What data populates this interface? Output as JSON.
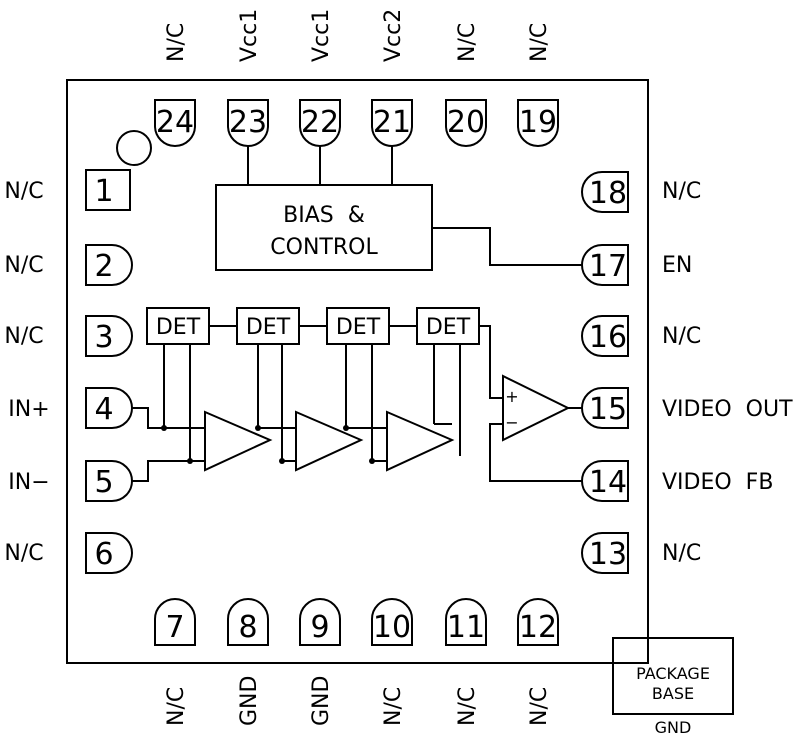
{
  "pins": {
    "p1": {
      "num": "1",
      "label": "N/C"
    },
    "p2": {
      "num": "2",
      "label": "N/C"
    },
    "p3": {
      "num": "3",
      "label": "N/C"
    },
    "p4": {
      "num": "4",
      "label": "IN+"
    },
    "p5": {
      "num": "5",
      "label": "IN−"
    },
    "p6": {
      "num": "6",
      "label": "N/C"
    },
    "p7": {
      "num": "7",
      "label": "N/C"
    },
    "p8": {
      "num": "8",
      "label": "GND"
    },
    "p9": {
      "num": "9",
      "label": "GND"
    },
    "p10": {
      "num": "10",
      "label": "N/C"
    },
    "p11": {
      "num": "11",
      "label": "N/C"
    },
    "p12": {
      "num": "12",
      "label": "N/C"
    },
    "p13": {
      "num": "13",
      "label": "N/C"
    },
    "p14": {
      "num": "14",
      "label": "VIDEO  FB"
    },
    "p15": {
      "num": "15",
      "label": "VIDEO  OUT"
    },
    "p16": {
      "num": "16",
      "label": "N/C"
    },
    "p17": {
      "num": "17",
      "label": "EN"
    },
    "p18": {
      "num": "18",
      "label": "N/C"
    },
    "p19": {
      "num": "19",
      "label": "N/C"
    },
    "p20": {
      "num": "20",
      "label": "N/C"
    },
    "p21": {
      "num": "21",
      "label": "Vcc2"
    },
    "p22": {
      "num": "22",
      "label": "Vcc1"
    },
    "p23": {
      "num": "23",
      "label": "Vcc1"
    },
    "p24": {
      "num": "24",
      "label": "N/C"
    }
  },
  "bias": {
    "line1": "BIAS  &",
    "line2": "CONTROL"
  },
  "det": [
    "DET",
    "DET",
    "DET",
    "DET"
  ],
  "opamp": {
    "plus": "+",
    "minus": "−"
  },
  "package": {
    "line1": "PACKAGE",
    "line2": "BASE",
    "gnd": "GND"
  }
}
